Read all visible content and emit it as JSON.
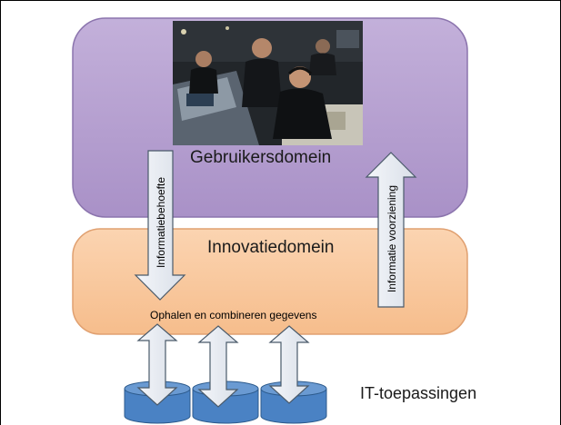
{
  "diagram": {
    "user_domain_label": "Gebruikersdomein",
    "innovation_domain_label": "Innovatiedomein",
    "info_need_label": "Informatiebehoefte",
    "info_provision_label": "Informatie voorziening",
    "fetch_combine_label": "Ophalen en combineren gegevens",
    "it_label": "IT-toepassingen"
  },
  "colors": {
    "user_domain_fill": "#b7a2d1",
    "user_domain_stroke": "#8b74ad",
    "innovation_domain_fill": "#f9c79e",
    "innovation_domain_stroke": "#e0a070",
    "arrow_fill": "#e8ecf3",
    "arrow_stroke": "#4a5a6a",
    "cylinder_fill": "#4a82c4",
    "cylinder_top": "#6a9ad2",
    "cylinder_stroke": "#2c5a8c"
  },
  "photo": {
    "icon": "operations-room-photo"
  }
}
